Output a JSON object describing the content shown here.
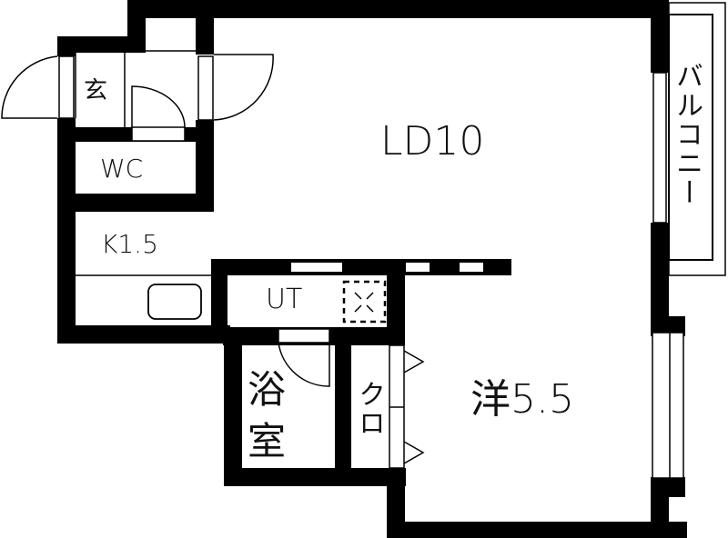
{
  "floor_plan": {
    "rooms": {
      "entrance": {
        "label": "玄"
      },
      "toilet": {
        "label": "WC"
      },
      "kitchen": {
        "label": "K1.5"
      },
      "living_dining": {
        "label": "LD10"
      },
      "utility": {
        "label": "UT"
      },
      "bathroom": {
        "label_line1": "浴",
        "label_line2": "室"
      },
      "closet": {
        "label": "クロ"
      },
      "western_room": {
        "label": "洋5.5"
      },
      "balcony": {
        "label": "バルコニー"
      }
    },
    "colors": {
      "wall": "#000000",
      "floor": "#ffffff",
      "text": "#111111"
    }
  }
}
